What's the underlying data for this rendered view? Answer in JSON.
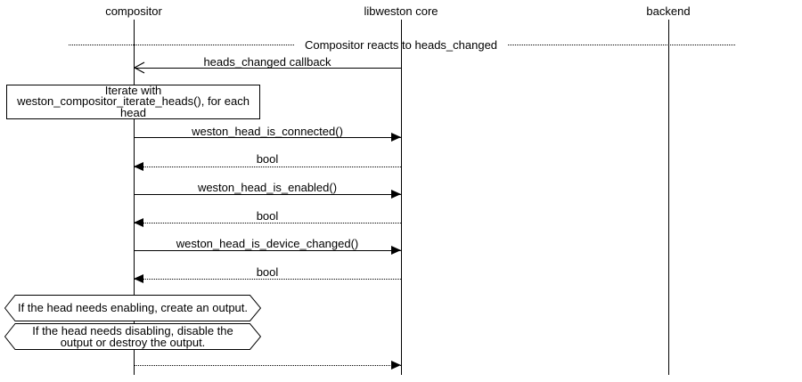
{
  "diagram": {
    "type": "uml-sequence-diagram",
    "colors": {
      "line": "#000000",
      "background": "#ffffff",
      "text": "#000000"
    },
    "participants": [
      {
        "label": "compositor"
      },
      {
        "label": "libweston core"
      },
      {
        "label": "backend"
      }
    ],
    "divider": {
      "label": "Compositor reacts to heads_changed"
    },
    "messages": {
      "callback": {
        "label": "heads_changed callback",
        "from": "libweston core",
        "to": "compositor",
        "style": "solid-open"
      },
      "call1": {
        "label": "weston_head_is_connected()",
        "from": "compositor",
        "to": "libweston core",
        "style": "solid-filled"
      },
      "ret1": {
        "label": "bool",
        "from": "libweston core",
        "to": "compositor",
        "style": "dotted-filled"
      },
      "call2": {
        "label": "weston_head_is_enabled()",
        "from": "compositor",
        "to": "libweston core",
        "style": "solid-filled"
      },
      "ret2": {
        "label": "bool",
        "from": "libweston core",
        "to": "compositor",
        "style": "dotted-filled"
      },
      "call3": {
        "label": "weston_head_is_device_changed()",
        "from": "compositor",
        "to": "libweston core",
        "style": "solid-filled"
      },
      "ret3": {
        "label": "bool",
        "from": "libweston core",
        "to": "compositor",
        "style": "dotted-filled"
      },
      "final": {
        "label": "",
        "from": "compositor",
        "to": "libweston core",
        "style": "dotted-filled"
      }
    },
    "notes": {
      "iterate": "Iterate with weston_compositor_iterate_heads(), for each head",
      "enable": "If the head needs enabling, create an output.",
      "disable": "If the head needs disabling, disable the output or destroy the output."
    }
  }
}
